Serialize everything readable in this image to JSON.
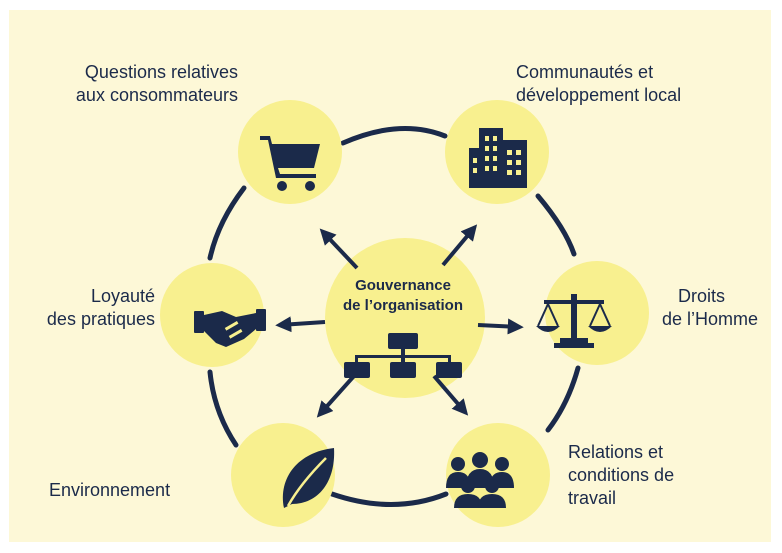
{
  "center": {
    "line1": "Gouvernance",
    "line2": "de l’organisation"
  },
  "nodes": {
    "consommateurs": {
      "line1": "Questions relatives",
      "line2": "aux consommateurs",
      "icon": "shopping-cart-icon"
    },
    "communautes": {
      "line1": "Communautés et",
      "line2": "développement local",
      "icon": "building-icon"
    },
    "droits": {
      "line1": "Droits",
      "line2": "de l’Homme",
      "icon": "scales-icon"
    },
    "relations": {
      "line1": "Relations et",
      "line2": "conditions de",
      "line3": "travail",
      "icon": "people-group-icon"
    },
    "environnement": {
      "line1": "Environnement",
      "icon": "leaf-icon"
    },
    "loyaute": {
      "line1": "Loyauté",
      "line2": "des pratiques",
      "icon": "handshake-icon"
    }
  },
  "colors": {
    "background": "#fdf8d7",
    "circle": "#f8f08f",
    "navy": "#1b2a4a"
  }
}
